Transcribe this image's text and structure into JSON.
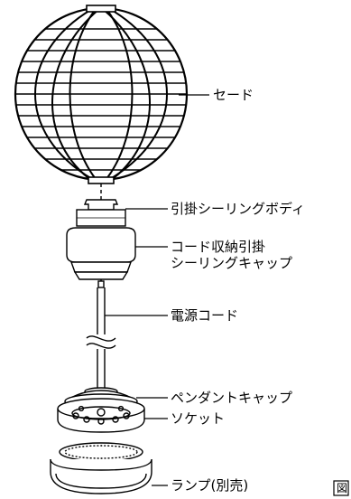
{
  "labels": {
    "shade": "セード",
    "ceiling_body": "引掛シーリングボディ",
    "cord_cap_line1": "コード収納引掛",
    "cord_cap_line2": "シーリングキャップ",
    "power_cord": "電源コード",
    "pendant_cap": "ペンダントキャップ",
    "socket": "ソケット",
    "lamp": "ランプ(別売)"
  },
  "corner_mark": "図"
}
